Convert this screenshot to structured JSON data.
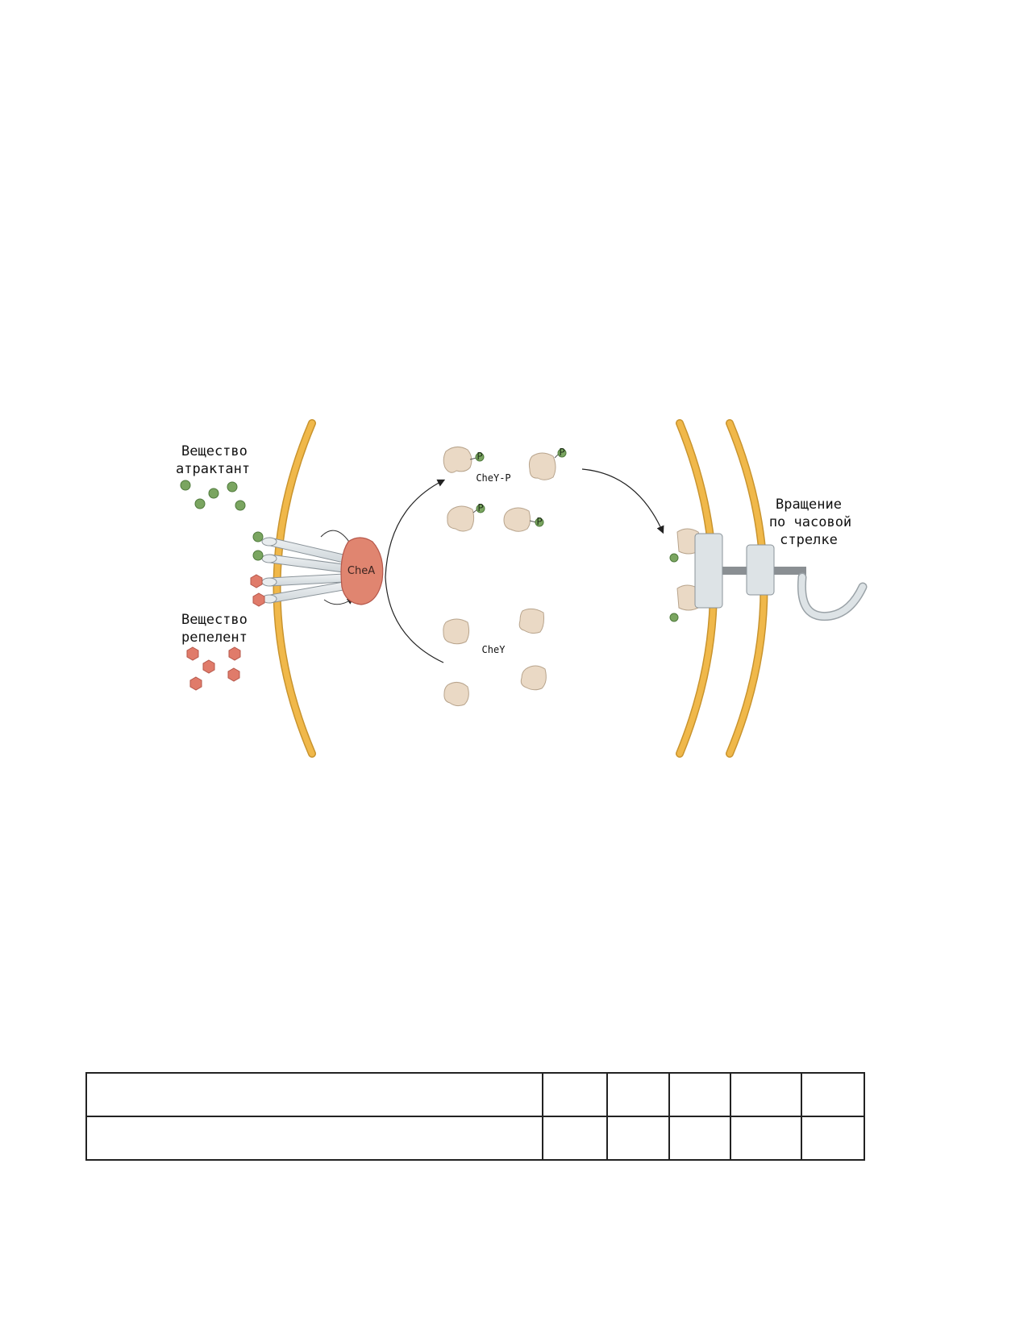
{
  "labels": {
    "attractant_line1": "Вещество",
    "attractant_line2": "атрактант",
    "repellent_line1": "Вещество",
    "repellent_line2": "репелент",
    "chea": "CheA",
    "chey_p": "CheY-P",
    "chey": "CheY",
    "rotation_line1": "Вращение",
    "rotation_line2": "по часовой",
    "rotation_line3": "стрелке",
    "phosphate": "P"
  },
  "colors": {
    "membrane": "#f0b84a",
    "attractant": "#7aa560",
    "repellent": "#e07b6a",
    "chea": "#e08570",
    "chey": "#ead9c5",
    "motor": "#dde3e6",
    "rod": "#8a8f93"
  },
  "table": {
    "rows": 2,
    "columns": 6
  }
}
